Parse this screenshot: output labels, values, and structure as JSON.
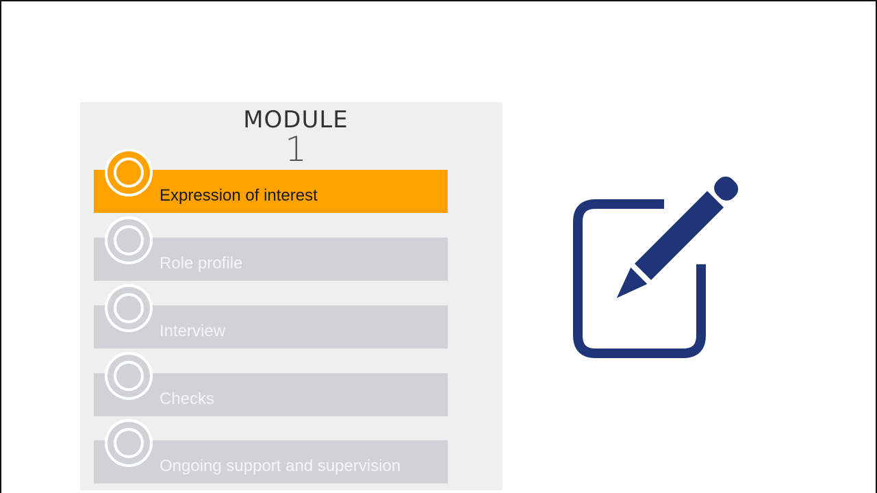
{
  "module": {
    "title": "MODULE",
    "number": "1"
  },
  "steps": [
    {
      "label": "Expression of interest",
      "active": true
    },
    {
      "label": "Role profile",
      "active": false
    },
    {
      "label": "Interview",
      "active": false
    },
    {
      "label": "Checks",
      "active": false
    },
    {
      "label": "Ongoing support and supervision",
      "active": false
    }
  ],
  "colors": {
    "active": "#ffa200",
    "inactive": "#cfd3d6",
    "panel": "#eef0f0",
    "icon": "#1f3577"
  },
  "icons": {
    "step_marker": "ring-icon",
    "edit": "edit-icon"
  }
}
